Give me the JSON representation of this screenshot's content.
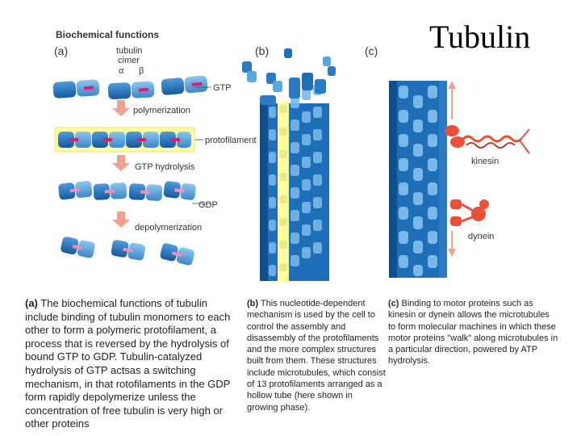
{
  "slide": {
    "title": "Tubulin"
  },
  "figure": {
    "heading": "Biochemical functions",
    "panel_a": {
      "letter": "(a)",
      "dimer_label_1": "tubulin",
      "dimer_label_2": "cimer",
      "alpha": "α",
      "beta": "β",
      "gtp": "GTP",
      "step_1": "polymerization",
      "protofilament": "protofilament",
      "step_2": "GTP hydrolysis",
      "gdp": "GDP",
      "step_3": "depolymerization"
    },
    "panel_b": {
      "letter": "(b)"
    },
    "panel_c": {
      "letter": "(c)",
      "kinesin": "kinesin",
      "dynein": "dynein"
    }
  },
  "captions": {
    "a": {
      "label": "(a)",
      "text": " The biochemical functions of tubulin include binding of tubulin monomers to each other to form a polymeric protofilament, a process that is reversed by the hydrolysis of bound GTP to GDP. Tubulin-catalyzed hydrolysis of GTP actsas a switching mechanism, in that rotofilaments in the GDP form rapidly depolymerize unless the concentration of free tubulin is very high or other proteins"
    },
    "b": {
      "label": "(b)",
      "text": " This nucleotide-dependent mechanism is used by the cell to control the assembly and disassembly of the protofilaments and the more complex structures built from them. These structures include microtubules, which consist of 13 protofilaments arranged as a hollow tube (here shown in growing phase)."
    },
    "c": {
      "label": "(c)",
      "text": " Binding to motor proteins such as kinesin or dynein allows the microtubules to form molecular machines in which these motor proteins \"walk\" along microtubules in a particular direction, powered by ATP hydrolysis."
    }
  },
  "colors": {
    "tubulin_dark": "#1f6fb8",
    "tubulin_light": "#5aa6e0",
    "gtp_mark": "#e0197a",
    "gdp_mark": "#f28cb8",
    "highlight": "#ffff99",
    "arrow": "#f0a090",
    "motor": "#e8503a"
  }
}
